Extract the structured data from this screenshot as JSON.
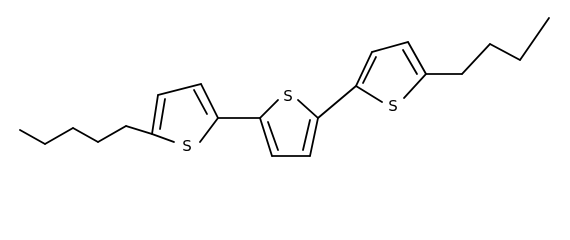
{
  "molecule": {
    "atoms": {
      "sulfur_left": "S",
      "sulfur_middle": "S",
      "sulfur_right": "S"
    }
  },
  "colors": {
    "bond": "#000000",
    "background": "#ffffff"
  }
}
